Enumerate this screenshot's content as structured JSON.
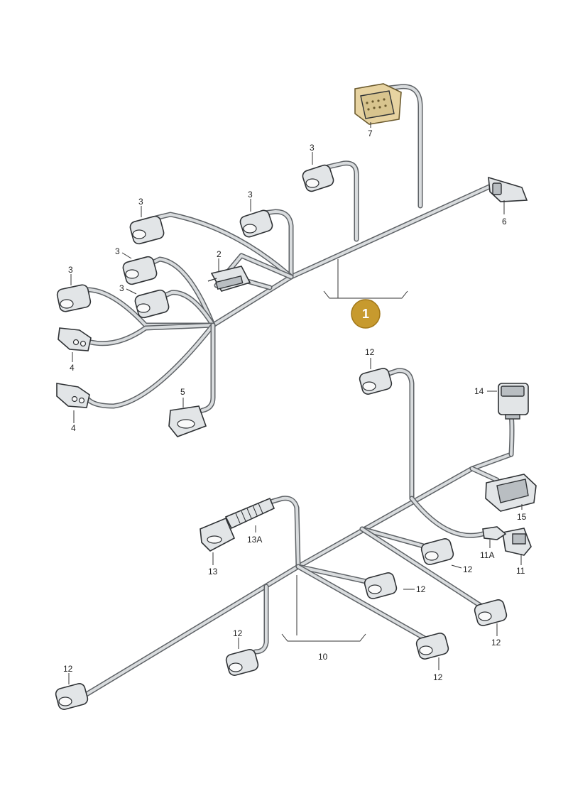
{
  "callout": {
    "number": "1",
    "color": "#c79a2e"
  },
  "labels": {
    "top": [
      {
        "id": "l7",
        "text": "7"
      },
      {
        "id": "l3a",
        "text": "3"
      },
      {
        "id": "l3b",
        "text": "3"
      },
      {
        "id": "l3c",
        "text": "3"
      },
      {
        "id": "l3d",
        "text": "3"
      },
      {
        "id": "l3e",
        "text": "3"
      },
      {
        "id": "l3f",
        "text": "3"
      },
      {
        "id": "l2",
        "text": "2"
      },
      {
        "id": "l6",
        "text": "6"
      },
      {
        "id": "l4a",
        "text": "4"
      },
      {
        "id": "l4b",
        "text": "4"
      },
      {
        "id": "l5",
        "text": "5"
      }
    ],
    "bottom": [
      {
        "id": "l12a",
        "text": "12"
      },
      {
        "id": "l14",
        "text": "14"
      },
      {
        "id": "l15",
        "text": "15"
      },
      {
        "id": "l13a",
        "text": "13A"
      },
      {
        "id": "l13",
        "text": "13"
      },
      {
        "id": "l11a",
        "text": "11A"
      },
      {
        "id": "l11",
        "text": "11"
      },
      {
        "id": "l12b",
        "text": "12"
      },
      {
        "id": "l12c",
        "text": "12"
      },
      {
        "id": "l12d",
        "text": "12"
      },
      {
        "id": "l12e",
        "text": "12"
      },
      {
        "id": "l12f",
        "text": "12"
      },
      {
        "id": "l12g",
        "text": "12"
      },
      {
        "id": "l10",
        "text": "10"
      }
    ]
  },
  "colors": {
    "wire": "#5e6266",
    "wire_fill": "#d9dcde",
    "highlight": "#e7d3a1"
  }
}
